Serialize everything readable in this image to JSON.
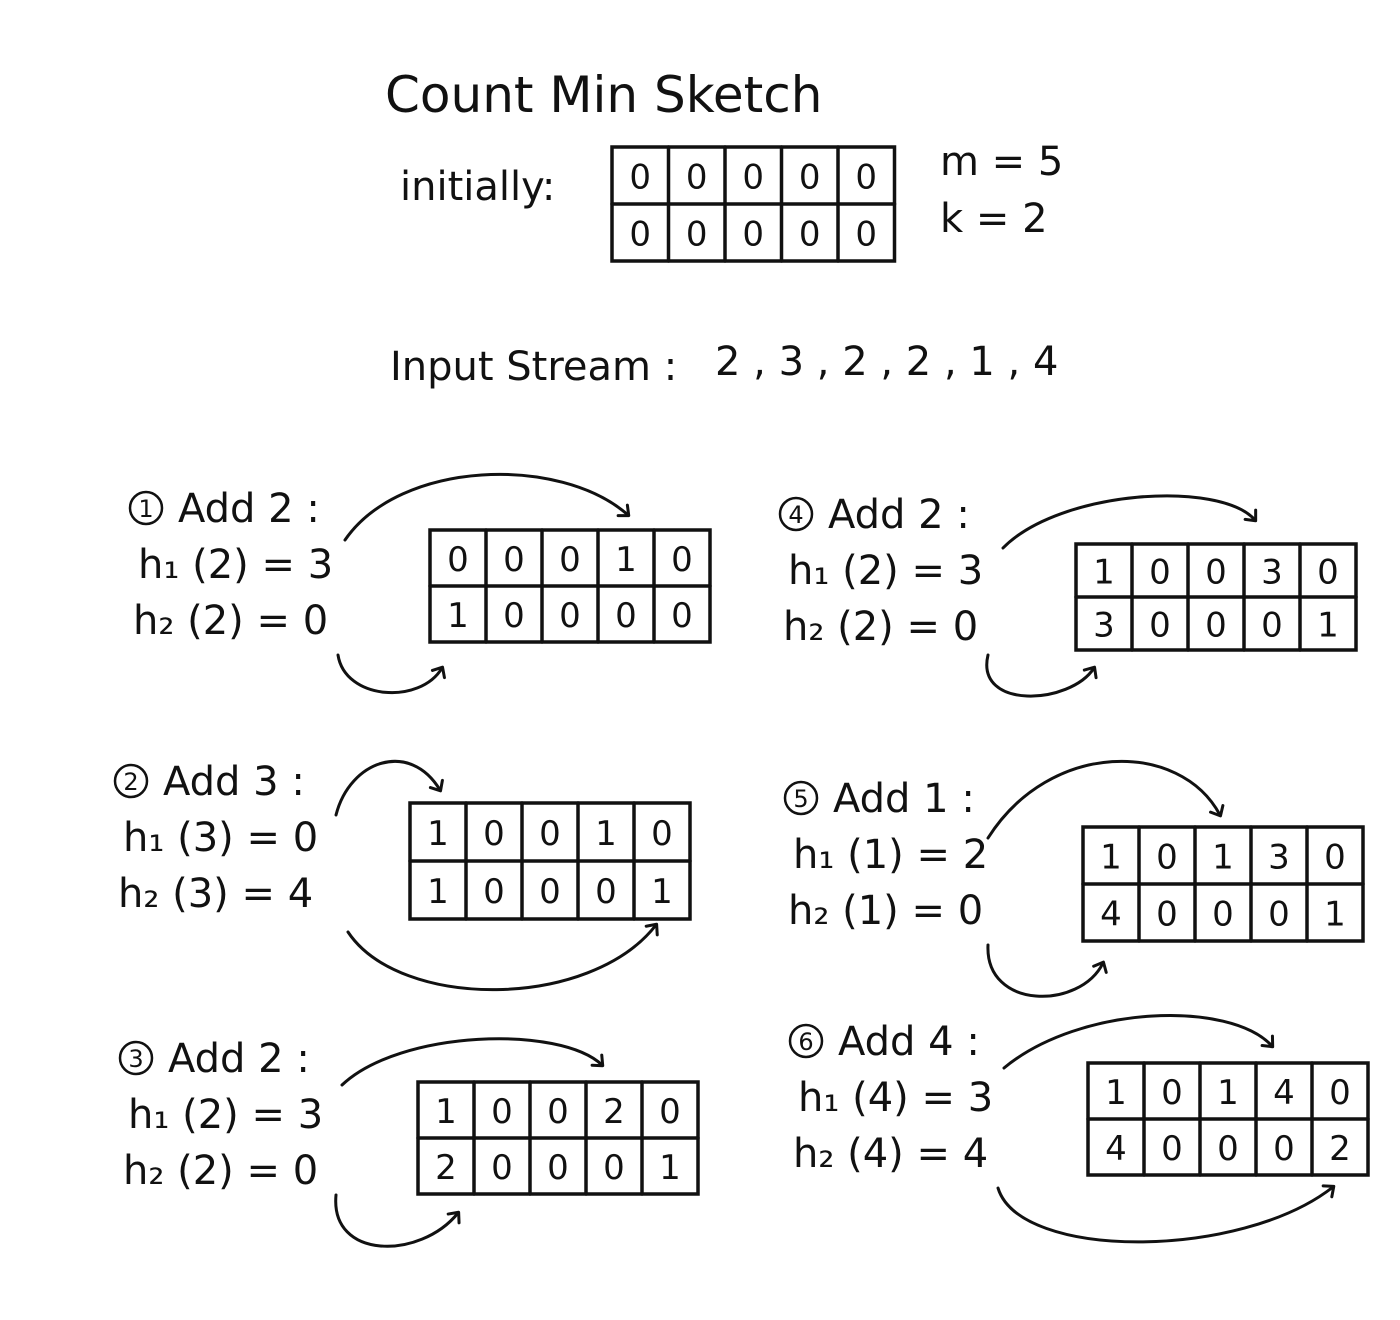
{
  "title": "Count Min Sketch",
  "initial": {
    "label": "initially:",
    "params": [
      "m = 5",
      "k = 2"
    ],
    "rows": [
      [
        0,
        0,
        0,
        0,
        0
      ],
      [
        0,
        0,
        0,
        0,
        0
      ]
    ]
  },
  "stream": {
    "label": "Input Stream :",
    "values": "2 , 3 , 2 , 2 , 1 , 4"
  },
  "colors": {
    "ink": "#111111",
    "highlight": "#1e6fd9"
  },
  "steps": [
    {
      "num": "1",
      "label": "Add 2 :",
      "h1": "h₁ (2) = 3",
      "h2": "h₂ (2) = 0",
      "rows": [
        [
          0,
          0,
          0,
          1,
          0
        ],
        [
          1,
          0,
          0,
          0,
          0
        ]
      ],
      "highlight": [
        [
          0,
          3
        ],
        [
          1,
          0
        ]
      ]
    },
    {
      "num": "2",
      "label": "Add 3 :",
      "h1": "h₁ (3) = 0",
      "h2": "h₂ (3) = 4",
      "rows": [
        [
          1,
          0,
          0,
          1,
          0
        ],
        [
          1,
          0,
          0,
          0,
          1
        ]
      ],
      "highlight": [
        [
          0,
          0
        ],
        [
          1,
          4
        ]
      ]
    },
    {
      "num": "3",
      "label": "Add 2 :",
      "h1": "h₁ (2) = 3",
      "h2": "h₂ (2) = 0",
      "rows": [
        [
          1,
          0,
          0,
          2,
          0
        ],
        [
          2,
          0,
          0,
          0,
          1
        ]
      ],
      "highlight": [
        [
          0,
          3
        ],
        [
          1,
          0
        ]
      ]
    },
    {
      "num": "4",
      "label": "Add 2 :",
      "h1": "h₁ (2) = 3",
      "h2": "h₂ (2) = 0",
      "rows": [
        [
          1,
          0,
          0,
          3,
          0
        ],
        [
          3,
          0,
          0,
          0,
          1
        ]
      ],
      "highlight": [
        [
          0,
          3
        ],
        [
          1,
          0
        ]
      ]
    },
    {
      "num": "5",
      "label": "Add 1 :",
      "h1": "h₁ (1) = 2",
      "h2": "h₂ (1) = 0",
      "rows": [
        [
          1,
          0,
          1,
          3,
          0
        ],
        [
          4,
          0,
          0,
          0,
          1
        ]
      ],
      "highlight": [
        [
          0,
          2
        ],
        [
          1,
          0
        ]
      ]
    },
    {
      "num": "6",
      "label": "Add 4 :",
      "h1": "h₁ (4) = 3",
      "h2": "h₂ (4) = 4",
      "rows": [
        [
          1,
          0,
          1,
          4,
          0
        ],
        [
          4,
          0,
          0,
          0,
          2
        ]
      ],
      "highlight": [
        [
          0,
          3
        ],
        [
          1,
          4
        ]
      ]
    }
  ]
}
